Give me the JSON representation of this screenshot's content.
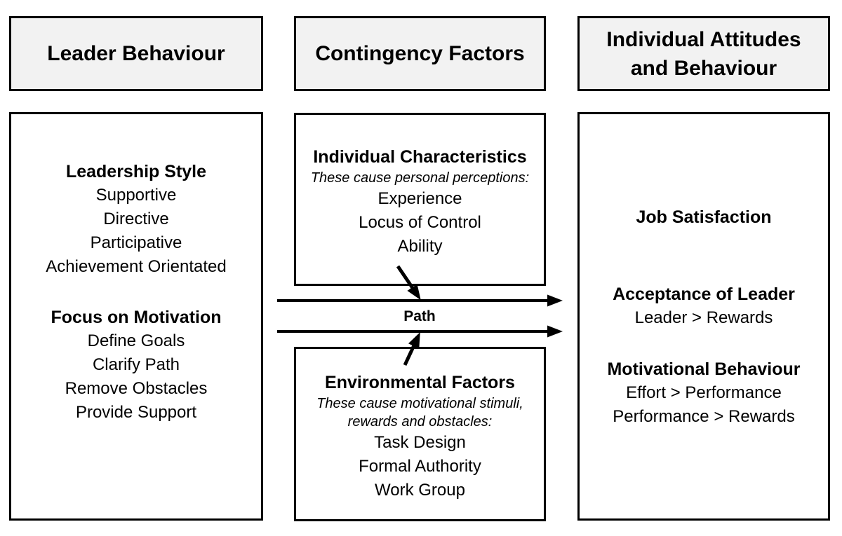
{
  "diagram": {
    "headers": {
      "left": "Leader Behaviour",
      "middle": "Contingency Factors",
      "right": "Individual Attitudes and Behaviour"
    },
    "leader_behaviour_box": {
      "leadership_style": {
        "title": "Leadership Style",
        "items": [
          "Supportive",
          "Directive",
          "Participative",
          "Achievement Orientated"
        ]
      },
      "focus_on_motivation": {
        "title": "Focus on Motivation",
        "items": [
          "Define Goals",
          "Clarify Path",
          "Remove Obstacles",
          "Provide Support"
        ]
      }
    },
    "individual_characteristics_box": {
      "title": "Individual Characteristics",
      "subtitle": "These cause personal perceptions:",
      "items": [
        "Experience",
        "Locus of Control",
        "Ability"
      ]
    },
    "environmental_factors_box": {
      "title": "Environmental Factors",
      "subtitle_line1": "These cause motivational stimuli,",
      "subtitle_line2": "rewards and obstacles:",
      "items": [
        "Task Design",
        "Formal Authority",
        "Work Group"
      ]
    },
    "outcomes_box": {
      "job_satisfaction_title": "Job Satisfaction",
      "acceptance_of_leader": {
        "title": "Acceptance of Leader",
        "items": [
          "Leader > Rewards"
        ]
      },
      "motivational_behaviour": {
        "title": "Motivational Behaviour",
        "items": [
          "Effort > Performance",
          "Performance > Rewards"
        ]
      }
    },
    "path_label": "Path",
    "colors": {
      "header_fill": "#f2f2f2",
      "box_fill": "#ffffff",
      "border": "#000000",
      "text": "#000000",
      "background": "#ffffff"
    }
  }
}
